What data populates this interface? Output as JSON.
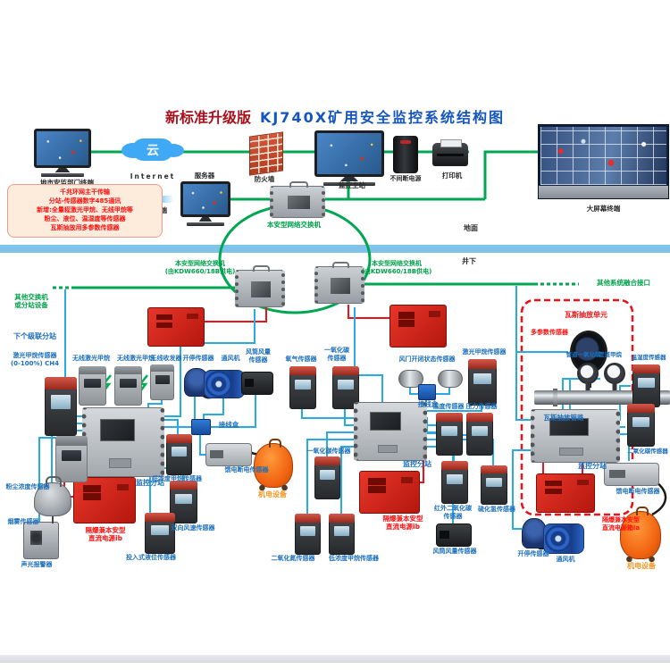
{
  "title": {
    "badge": "新标准升级版",
    "main": "KJ740X矿用安全监控系统结构图"
  },
  "colors": {
    "ethernet_green": "#00A651",
    "rs485_cyan": "#29ABE2",
    "power_red": "#E8131B",
    "divider_blue": "#7FC3EA",
    "label_blue": "#1C6FBB",
    "label_green": "#00A14B",
    "label_red": "#FF0F0F",
    "label_orange": "#F7941D",
    "title_red": "#a8101c",
    "title_blue": "#1456BE"
  },
  "surface": {
    "city_terminal": "地市安监部门终端",
    "internet_label": "Internet",
    "cloud_glyph": "云",
    "server": "服务器",
    "mine_terminal": "矿区终端",
    "firewall": "防火墙",
    "master_station": "监控主站",
    "ups": "不间断电源",
    "printer": "打印机",
    "big_screen": "大屏幕终端",
    "ground_switch": "本安型网络交换机",
    "surface_mark": "地面",
    "underground_mark": "井下",
    "info_lines": [
      "千兆环网主干传输",
      "分站-传感器数字485通讯",
      "新增:全量程激光甲烷、无线甲烷等",
      "粉尘、液位、温湿度等传感器",
      "瓦斯抽放用多参数传感器"
    ]
  },
  "trunk": {
    "switch_left": "本安型网络交换机\n(由KDW660/18B供电)",
    "switch_right": "本安型网络交换机\n(由KDW660/18B供电)",
    "other_switch": "其他交换机\n或分站设备",
    "other_system": "其他系统融合接口",
    "next_substation": "下个级联分站"
  },
  "left": {
    "substation": "监控分站",
    "dc_power": "隔爆兼本安型\n直流电源ib",
    "laser_ch4": "激光甲烷传感器\n(0-100%) CH4",
    "dust": "粉尘浓度传感器",
    "smoke": "烟雾传感器",
    "alarm": "声光报警器",
    "junction": "接线盒",
    "low_ch4": "低浓度甲烷传感器",
    "feed_cutoff": "馈电断电传感器",
    "mech": "机电设备",
    "wind2": "双向风速传感器",
    "level": "投入式液位传感器"
  },
  "center": {
    "substation": "监控分站",
    "dc_power": "隔爆兼本安型\n直流电源ib",
    "wireless_laser1": "无线激光甲烷",
    "wireless_laser2": "无线激光甲烷",
    "transceiver": "无线收发器",
    "start_stop": "开停传感器",
    "fan": "通风机",
    "duct_flow": "风筒风量\n传感器",
    "oxygen": "氧气传感器",
    "co_top": "一氧化碳\n传感器",
    "door_state": "风门开闭状态传感器",
    "junction": "接线盒",
    "laser_ch4": "激光甲烷传感器",
    "temperature": "温度传感器",
    "pressure": "压力传感器",
    "co_mid": "一氧化碳传感器",
    "no2": "二氧化氮传感器",
    "low_ch4": "低浓度甲烷传感器",
    "ir_co2": "红外二氧化碳\n传感器",
    "h2s": "硫化氢传感器",
    "duct_flow2": "风筒风量传感器"
  },
  "right": {
    "unit_title": "瓦斯抽放单元",
    "multi_param": "多参数传感器",
    "pipe_co": "管道一氧化碳",
    "pipe_ch4": "管道甲烷",
    "gas_pipe": "瓦斯抽放管路",
    "substation": "监控分站",
    "dc_power": "隔爆兼本安型\n直流电源箱ia",
    "temp_humidity": "温湿度传感器",
    "co2": "二氧化碳传感器",
    "feed_cutoff": "馈电断电传感器",
    "mech": "机电设备",
    "start_stop": "开停传感器",
    "fan": "通风机"
  }
}
